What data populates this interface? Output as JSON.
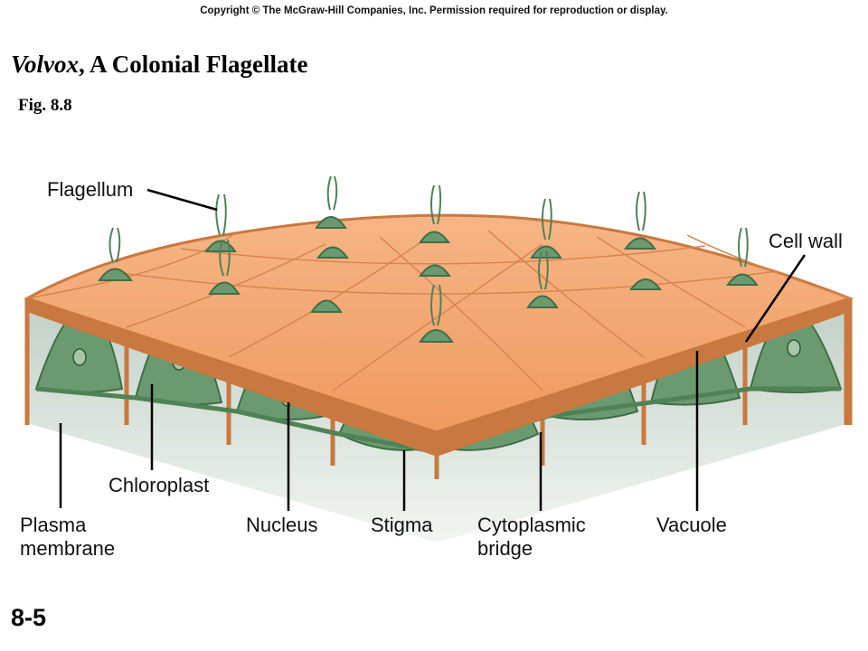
{
  "header": {
    "copyright": "Copyright © The McGraw-Hill Companies, Inc. Permission required for reproduction or display.",
    "title_italic": "Volvox",
    "title_rest": ", A Colonial Flagellate",
    "fig": "Fig. 8.8"
  },
  "labels": {
    "flagellum": "Flagellum",
    "cell_wall": "Cell wall",
    "chloroplast": "Chloroplast",
    "plasma_1": "Plasma",
    "plasma_2": "membrane",
    "nucleus": "Nucleus",
    "stigma": "Stigma",
    "cytoplasmic_1": "Cytoplasmic",
    "cytoplasmic_2": "bridge",
    "vacuole": "Vacuole"
  },
  "footer": {
    "slide": "8-5"
  },
  "colors": {
    "surface": "#f4a46e",
    "wall": "#c9783f",
    "cell": "#6b9a70",
    "cell_dark": "#3f6e46",
    "interior": "#d3ddd6"
  }
}
